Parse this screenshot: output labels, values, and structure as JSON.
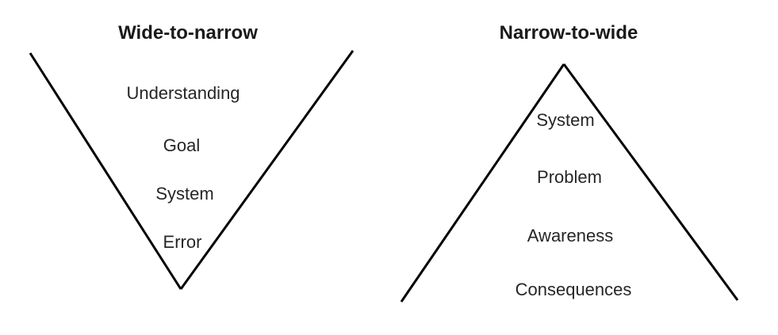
{
  "left_diagram": {
    "title": "Wide-to-narrow",
    "shape": "funnel-v",
    "items": [
      "Understanding",
      "Goal",
      "System",
      "Error"
    ]
  },
  "right_diagram": {
    "title": "Narrow-to-wide",
    "shape": "peak-inverted-v",
    "items": [
      "System",
      "Problem",
      "Awareness",
      "Consequences"
    ]
  },
  "colors": {
    "line": "#000000",
    "text": "#262626",
    "title": "#1a1a1a",
    "background": "#ffffff"
  }
}
